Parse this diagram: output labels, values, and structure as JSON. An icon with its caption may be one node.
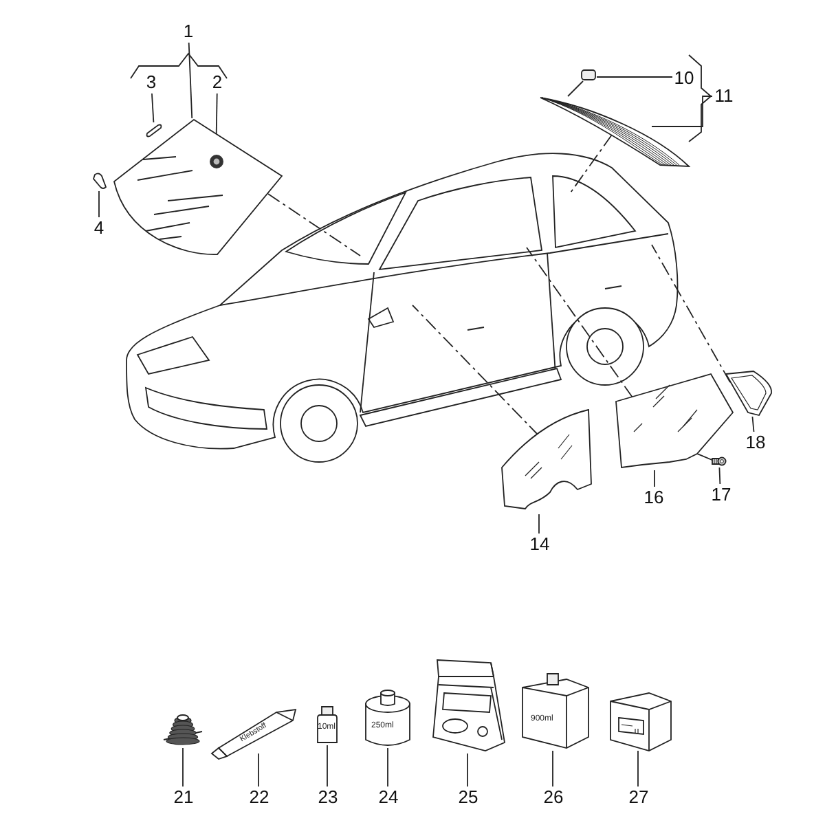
{
  "diagram": {
    "nodes": [
      {
        "text": [
          "1"
        ]
      },
      {
        "text": [
          "3"
        ]
      },
      {
        "text": [
          "2"
        ]
      },
      {
        "text": [],
        "shape": "picture"
      },
      {
        "text": [],
        "shape": "picture"
      },
      {
        "text": [],
        "shape": "picture",
        "in": 3
      },
      {
        "text": [
          "4"
        ]
      },
      {
        "text": [],
        "shape": "picture"
      },
      {
        "text": [],
        "shape": "box"
      },
      {
        "text": [
          "10"
        ]
      },
      {
        "text": [
          "11"
        ]
      },
      {
        "text": [],
        "shape": "picture"
      },
      {
        "text": [],
        "shape": "picture"
      },
      {
        "text": [],
        "shape": "picture"
      },
      {
        "text": [
          "18"
        ]
      },
      {
        "text": [],
        "shape": "picture",
        "in": 13
      },
      {
        "text": [
          "16"
        ]
      },
      {
        "text": [
          "17"
        ]
      },
      {
        "text": [],
        "shape": "picture"
      },
      {
        "text": [
          "14"
        ]
      },
      {
        "text": [],
        "shape": "picture"
      },
      {
        "text": [
          "Klebstoff"
        ]
      },
      {
        "text": [
          "10ml"
        ]
      },
      {
        "text": [
          "250ml"
        ]
      },
      {
        "text": [],
        "shape": "picture"
      },
      {
        "text": [
          "900ml"
        ]
      },
      {
        "text": [],
        "shape": "picture"
      },
      {
        "text": [
          "21"
        ]
      },
      {
        "text": [
          "22"
        ]
      },
      {
        "text": [
          "23"
        ]
      },
      {
        "text": [
          "24"
        ]
      },
      {
        "text": [
          "25"
        ]
      },
      {
        "text": [
          "26"
        ]
      },
      {
        "text": [
          "27"
        ]
      }
    ],
    "edges": [
      {
        "from": 0,
        "to": 3,
        "arrow": "none"
      },
      {
        "from": 1,
        "to": 4,
        "arrow": "none"
      },
      {
        "from": 2,
        "to": 5,
        "arrow": "none"
      },
      {
        "from": 6,
        "to": 7,
        "arrow": "none"
      },
      {
        "from": 9,
        "to": 8,
        "arrow": "none"
      },
      {
        "from": 8,
        "to": 11,
        "arrow": "none"
      },
      {
        "from": 10,
        "to": 11,
        "arrow": "none"
      },
      {
        "from": 14,
        "to": 12,
        "arrow": "none"
      },
      {
        "from": 16,
        "to": 13,
        "arrow": "none"
      },
      {
        "from": 17,
        "to": 15,
        "arrow": "none"
      },
      {
        "from": 19,
        "to": 18,
        "arrow": "none"
      },
      {
        "from": 27,
        "to": 20,
        "arrow": "none"
      },
      {
        "from": 28,
        "to": 21,
        "arrow": "none"
      },
      {
        "from": 29,
        "to": 22,
        "arrow": "none"
      },
      {
        "from": 30,
        "to": 23,
        "arrow": "none"
      },
      {
        "from": 31,
        "to": 24,
        "arrow": "none"
      },
      {
        "from": 32,
        "to": 25,
        "arrow": "none"
      },
      {
        "from": 33,
        "to": 26,
        "arrow": "none"
      },
      {
        "from": 3,
        "to": null,
        "arrow": "none",
        "style": "dashed"
      },
      {
        "from": 11,
        "to": null,
        "arrow": "none",
        "style": "dashed"
      },
      {
        "from": 18,
        "to": null,
        "arrow": "none",
        "style": "dashed"
      },
      {
        "from": 13,
        "to": null,
        "arrow": "none",
        "style": "dashed"
      },
      {
        "from": 12,
        "to": null,
        "arrow": "none",
        "style": "dashed"
      }
    ]
  }
}
